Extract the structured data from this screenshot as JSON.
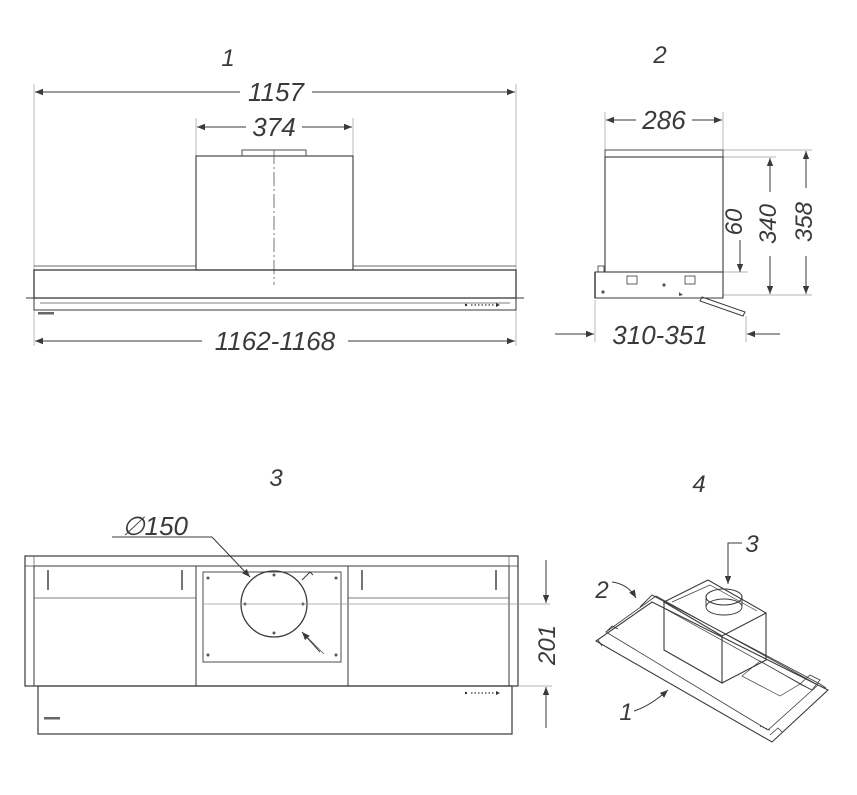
{
  "views": {
    "front": {
      "number": "1",
      "dims": {
        "overall_width": "1157",
        "chimney_width": "374",
        "cutout_width": "1162-1168"
      }
    },
    "side": {
      "number": "2",
      "dims": {
        "top_depth": "286",
        "depth_range": "310-351",
        "height_60": "60",
        "height_340": "340",
        "height_358": "358"
      }
    },
    "bottom": {
      "number": "3",
      "dims": {
        "duct_diameter": "∅150",
        "depth_201": "201"
      }
    },
    "iso": {
      "number": "4",
      "callouts": {
        "c1": "1",
        "c2": "2",
        "c3": "3"
      }
    }
  }
}
